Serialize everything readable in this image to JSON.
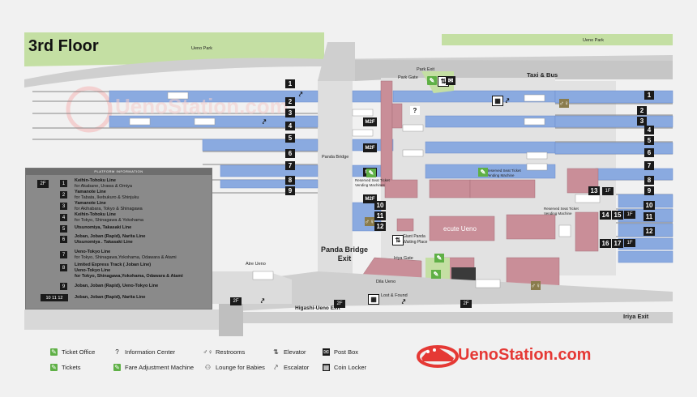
{
  "title": "3rd Floor",
  "parks": {
    "left": "Ueno Park",
    "right": "Ueno Park"
  },
  "labels": {
    "park_exit": "Park Exit",
    "park_gate": "Park Gate",
    "taxi_bus": "Taxi & Bus",
    "panda_bridge": "Panda Bridge",
    "panda_bridge_exit": "Panda Bridge\nExit",
    "giant_panda": "Giant Panda\nWaiting Place",
    "iriya_gate": "Iriya Gate",
    "dila_ueno": "Dila Ueno",
    "ecute_ueno": "ecute Ueno",
    "lost_found": "Lost & Found",
    "atre_ueno": "Atre Ueno",
    "higashi_exit": "Higashi-Ueno Exit",
    "iriya_exit": "Iriya Exit",
    "reserved_1": "Reserved Seat Ticket\nVending Machines",
    "reserved_2": "Reserved Seat Ticket\nVending Machine",
    "reserved_3": "Reserved Seat Ticket\nVending Machine",
    "floor_2f": "2F",
    "floor_1f": "1F",
    "floor_m2f": "M2F",
    "watermark": "UenoStation.com"
  },
  "platform_info": {
    "heading": "PLATFORM INFORMATION",
    "side_badge": "2F",
    "rows": [
      {
        "num": "1",
        "line": "Keihin-Tohoku Line",
        "dest": "for Akabane, Urawa & Omiya"
      },
      {
        "num": "2",
        "line": "Yamanote Line",
        "dest": "for Tabata, Ikebukuro & Shinjuku"
      },
      {
        "num": "3",
        "line": "Yamanote Line",
        "dest": "for Akihabara, Tokyo & Shinagawa"
      },
      {
        "num": "4",
        "line": "Keihin-Tohoku Line",
        "dest": "for Tokyo, Shinagawa & Yokohama"
      },
      {
        "num": "5",
        "line": "Utsunomiya, Takasaki Line",
        "dest": ""
      },
      {
        "num": "6",
        "line": "Joban, Joban (Rapid), Narita Line",
        "dest": "Utsunomiya . Takasaki Line"
      },
      {
        "num": "7",
        "line": "Ueno-Tokyo Line",
        "dest": "for Tokyo, Shinagawa,Yokohama, Odawara & Atami"
      },
      {
        "num": "8",
        "line": "Limited Express Track ( Joban Line)",
        "dest": "Ueno-Tokyo Line\nfor Tokyo, Shinagawa,Yokohama, Odawara & Atami"
      },
      {
        "num": "9",
        "line": "Joban, Joban (Rapid), Ueno-Tokyo Line",
        "dest": ""
      },
      {
        "num": "10 11 12",
        "line": "Joban, Joban (Rapid), Narita Line",
        "dest": ""
      }
    ]
  },
  "track_numbers_left": [
    "1",
    "2",
    "3",
    "4",
    "5",
    "6",
    "7",
    "8",
    "9"
  ],
  "track_numbers_right": [
    "1",
    "2",
    "3",
    "4",
    "5",
    "6",
    "7",
    "8",
    "9",
    "10",
    "11",
    "12"
  ],
  "legend": [
    {
      "icon": "ticket-office-icon",
      "label": "Ticket Office"
    },
    {
      "icon": "tickets-icon",
      "label": "Tickets"
    },
    {
      "icon": "information-icon",
      "label": "Information Center"
    },
    {
      "icon": "fare-adjustment-icon",
      "label": "Fare Adjustment Machine"
    },
    {
      "icon": "restrooms-icon",
      "label": "Restrooms"
    },
    {
      "icon": "lounge-icon",
      "label": "Lounge for Babies"
    },
    {
      "icon": "elevator-icon",
      "label": "Elevator"
    },
    {
      "icon": "escalator-icon",
      "label": "Escalator"
    },
    {
      "icon": "post-box-icon",
      "label": "Post Box"
    },
    {
      "icon": "coin-locker-icon",
      "label": "Coin Locker"
    }
  ],
  "brand": {
    "name": "UenoStation.com",
    "color": "#e53935"
  },
  "colors": {
    "platform": "#8aaae0",
    "shop": "#c98e98",
    "park": "#c4dfa3",
    "green_icon": "#5fb046"
  }
}
